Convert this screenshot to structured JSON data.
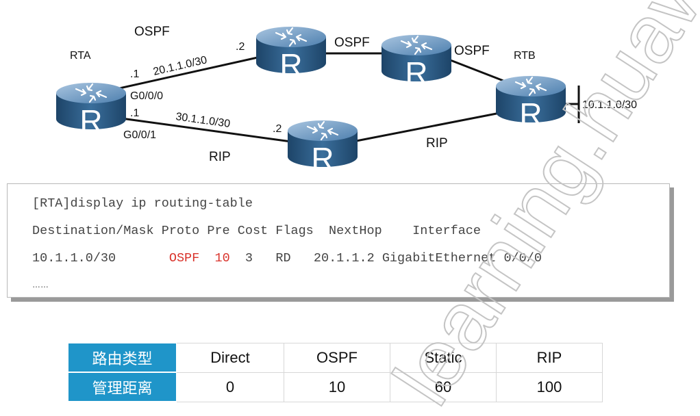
{
  "topology": {
    "routers": [
      {
        "name": "RTA",
        "icon_letter": "R"
      },
      {
        "name": "",
        "icon_letter": "R"
      },
      {
        "name": "",
        "icon_letter": "R"
      },
      {
        "name": "RTB",
        "icon_letter": "R"
      },
      {
        "name": "",
        "icon_letter": "R"
      }
    ],
    "labels": {
      "ospf_top": "OSPF",
      "ospf_mid": "OSPF",
      "ospf_right": "OSPF",
      "rip_left": "RIP",
      "rip_right": "RIP",
      "net_upper": "20.1.1.0/30",
      "net_lower": "30.1.1.0/30",
      "net_rtb": "10.1.1.0/30",
      "rta_upper_host": ".1",
      "rta_lower_host": ".1",
      "upper_router_host": ".2",
      "lower_router_host": ".2",
      "rta_if_upper": "G0/0/0",
      "rta_if_lower": "G0/0/1"
    }
  },
  "terminal": {
    "command": "[RTA]display ip routing-table",
    "header": "Destination/Mask Proto Pre Cost Flags  NextHop    Interface",
    "row": {
      "destination": "10.1.1.0/30",
      "proto": "OSPF",
      "pre": "10",
      "cost": "3",
      "flags": "RD",
      "nexthop": "20.1.1.2",
      "interface": "GigabitEthernet 0/0/0"
    },
    "ellipsis": "……"
  },
  "admin_distance_table": {
    "row_headers": [
      "路由类型",
      "管理距离"
    ],
    "route_types": [
      "Direct",
      "OSPF",
      "Static",
      "RIP"
    ],
    "distances": [
      "0",
      "10",
      "60",
      "100"
    ]
  },
  "watermark": "learning.huawei.com",
  "colors": {
    "router_body": "#2f5f8a",
    "highlight_red": "#d9322a",
    "table_header_blue": "#1f95c9"
  }
}
